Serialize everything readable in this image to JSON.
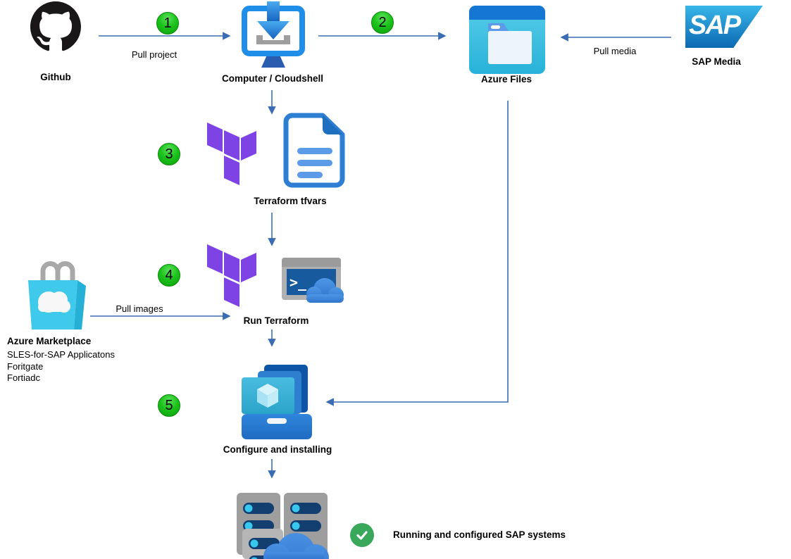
{
  "diagram": {
    "nodes": {
      "github": {
        "label": "Github"
      },
      "computer": {
        "label": "Computer / Cloudshell"
      },
      "azure_files": {
        "label": "Azure Files"
      },
      "sap_media": {
        "label": "SAP Media",
        "logo_text": "SAP",
        "reg_mark": "®"
      },
      "terraform_tfvars": {
        "label": "Terraform tfvars"
      },
      "run_terraform": {
        "label": "Run Terraform"
      },
      "azure_marketplace": {
        "label": "Azure Marketplace",
        "items": [
          "SLES-for-SAP Applicatons",
          "Foritgate",
          "Fortiadc"
        ]
      },
      "configure": {
        "label": "Configure and installing"
      },
      "result": {
        "label": "Running and configured SAP systems"
      }
    },
    "edges": {
      "pull_project": {
        "label": "Pull project",
        "badge": "1"
      },
      "computer_to_files": {
        "badge": "2"
      },
      "pull_media": {
        "label": "Pull media"
      },
      "computer_to_tfvars": {
        "badge": "3"
      },
      "tfvars_to_run": {
        "badge": "4"
      },
      "pull_images": {
        "label": "Pull images"
      },
      "run_to_configure": {
        "badge": "5"
      }
    },
    "icons": {
      "cloudshell_prompt": ">_"
    },
    "colors": {
      "connector_blue": "#3a6cb4",
      "badge_green": "#1cc41c",
      "check_green": "#3aa85a",
      "terraform_purple": "#7e43e4",
      "azure_blue": "#2e7fd4",
      "azure_files_band": "#1577d3",
      "azure_files_body": "#2fb9dc",
      "sap_gradient_top": "#38b6e9",
      "sap_gradient_bottom": "#0c69b2",
      "marketplace_cyan": "#3fc9ea",
      "server_gray": "#9e9e9e"
    }
  }
}
